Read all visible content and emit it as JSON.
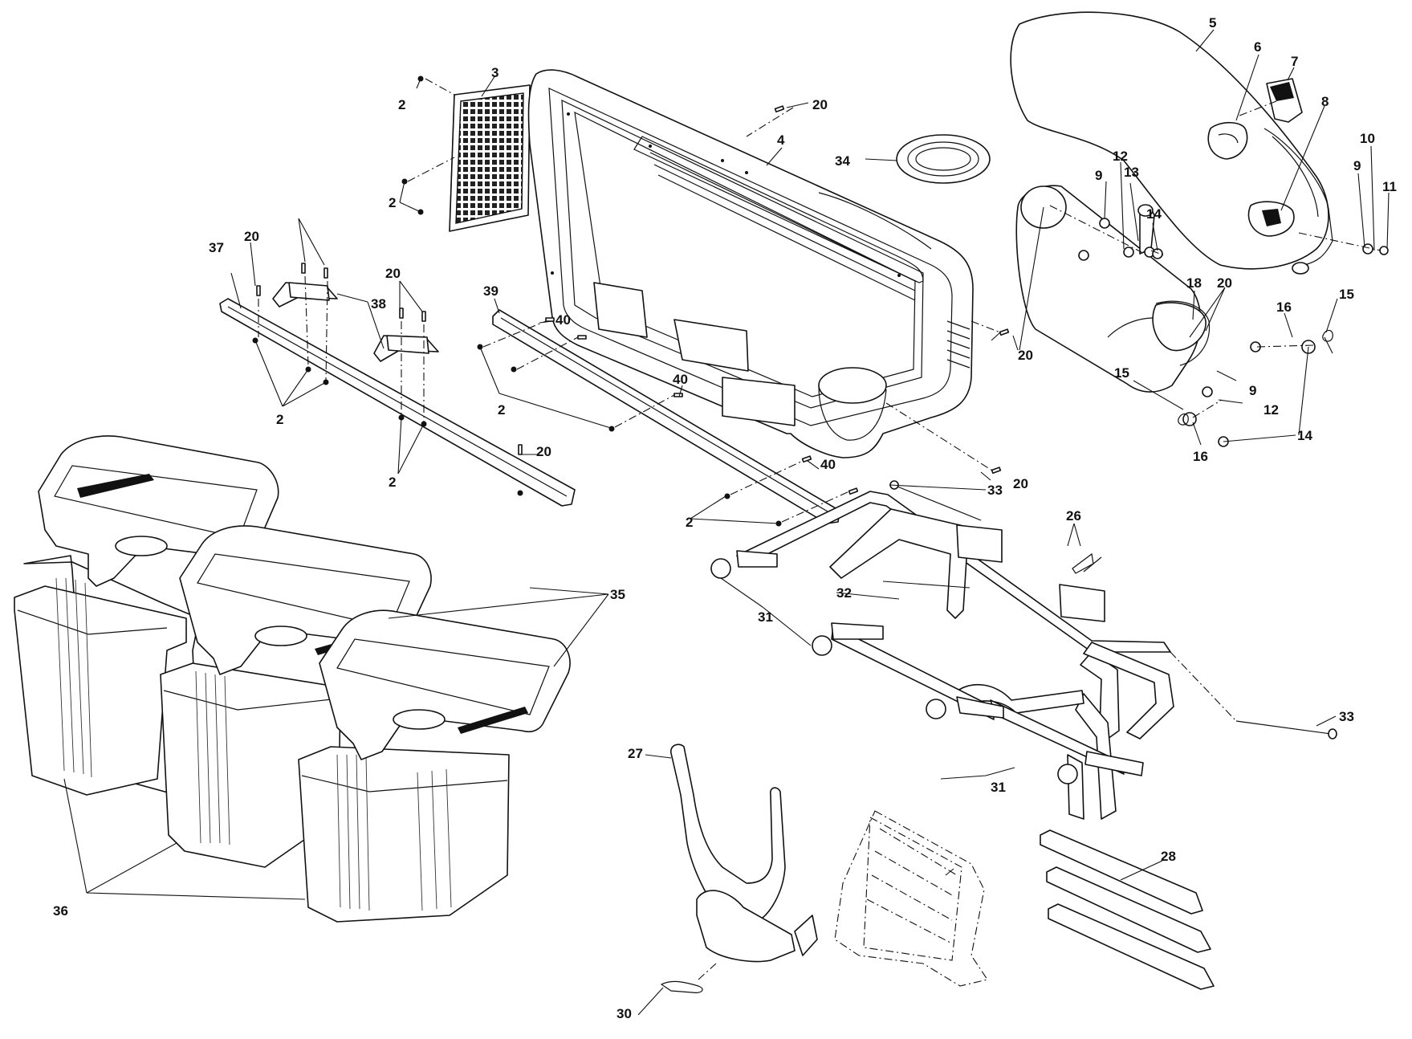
{
  "diagram": {
    "callouts": [
      {
        "id": "c2a",
        "label": "2"
      },
      {
        "id": "c3",
        "label": "3"
      },
      {
        "id": "c2b",
        "label": "2"
      },
      {
        "id": "c20a",
        "label": "20"
      },
      {
        "id": "c4",
        "label": "4"
      },
      {
        "id": "c34",
        "label": "34"
      },
      {
        "id": "c5",
        "label": "5"
      },
      {
        "id": "c6",
        "label": "6"
      },
      {
        "id": "c7",
        "label": "7"
      },
      {
        "id": "c8",
        "label": "8"
      },
      {
        "id": "c10",
        "label": "10"
      },
      {
        "id": "c9a",
        "label": "9"
      },
      {
        "id": "c11",
        "label": "11"
      },
      {
        "id": "c12a",
        "label": "12"
      },
      {
        "id": "c13",
        "label": "13"
      },
      {
        "id": "c9b",
        "label": "9"
      },
      {
        "id": "c14a",
        "label": "14"
      },
      {
        "id": "c20b",
        "label": "20"
      },
      {
        "id": "c37",
        "label": "37"
      },
      {
        "id": "c20c",
        "label": "20"
      },
      {
        "id": "c38",
        "label": "38"
      },
      {
        "id": "c20d",
        "label": "20"
      },
      {
        "id": "c39",
        "label": "39"
      },
      {
        "id": "c40a",
        "label": "40"
      },
      {
        "id": "c18",
        "label": "18"
      },
      {
        "id": "c20e",
        "label": "20"
      },
      {
        "id": "c16a",
        "label": "16"
      },
      {
        "id": "c15a",
        "label": "15"
      },
      {
        "id": "c20f",
        "label": "20"
      },
      {
        "id": "c2c",
        "label": "2"
      },
      {
        "id": "c40b",
        "label": "40"
      },
      {
        "id": "c2d",
        "label": "2"
      },
      {
        "id": "c9c",
        "label": "9"
      },
      {
        "id": "c15b",
        "label": "15"
      },
      {
        "id": "c12b",
        "label": "12"
      },
      {
        "id": "c14b",
        "label": "14"
      },
      {
        "id": "c16b",
        "label": "16"
      },
      {
        "id": "c20g",
        "label": "20"
      },
      {
        "id": "c2e",
        "label": "2"
      },
      {
        "id": "c40c",
        "label": "40"
      },
      {
        "id": "c20h",
        "label": "20"
      },
      {
        "id": "c33a",
        "label": "33"
      },
      {
        "id": "c2f",
        "label": "2"
      },
      {
        "id": "c26",
        "label": "26"
      },
      {
        "id": "c32",
        "label": "32"
      },
      {
        "id": "c35",
        "label": "35"
      },
      {
        "id": "c31a",
        "label": "31"
      },
      {
        "id": "c33b",
        "label": "33"
      },
      {
        "id": "c27",
        "label": "27"
      },
      {
        "id": "c31b",
        "label": "31"
      },
      {
        "id": "c28",
        "label": "28"
      },
      {
        "id": "c36",
        "label": "36"
      },
      {
        "id": "c30",
        "label": "30"
      }
    ]
  }
}
